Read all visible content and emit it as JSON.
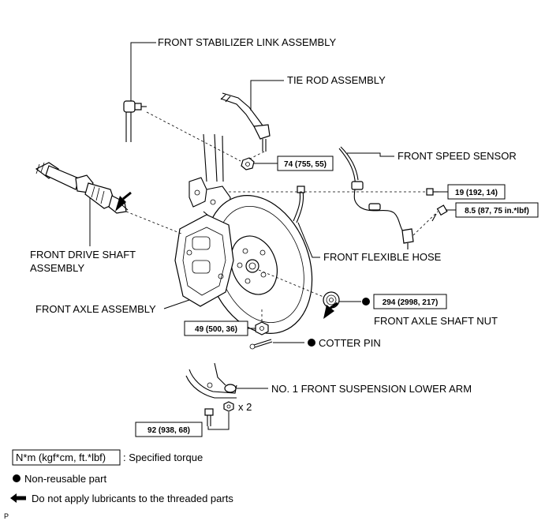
{
  "labels": {
    "stabilizer_link": "FRONT STABILIZER LINK ASSEMBLY",
    "tie_rod": "TIE ROD ASSEMBLY",
    "speed_sensor": "FRONT SPEED SENSOR",
    "drive_shaft_line1": "FRONT DRIVE SHAFT",
    "drive_shaft_line2": "ASSEMBLY",
    "flexible_hose": "FRONT FLEXIBLE HOSE",
    "axle_assembly": "FRONT AXLE ASSEMBLY",
    "axle_shaft_nut": "FRONT AXLE SHAFT NUT",
    "cotter_pin": "COTTER PIN",
    "lower_arm": "NO. 1 FRONT SUSPENSION LOWER ARM",
    "quantity_x2": "x 2",
    "page_marker": "P"
  },
  "torques": {
    "tie_rod_nut": "74 (755, 55)",
    "speed_sensor_bolt_upper": "19 (192, 14)",
    "speed_sensor_bolt_lower": "8.5 (87, 75 in.*lbf)",
    "axle_shaft_nut": "294 (2998, 217)",
    "stabilizer_nut": "49 (500, 36)",
    "lower_arm_bolt": "92 (938, 68)"
  },
  "legend": {
    "torque_unit": "N*m (kgf*cm, ft.*lbf)",
    "torque_desc": ": Specified torque",
    "non_reusable": "Non-reusable part",
    "no_lubricant": "Do not apply lubricants to the threaded parts"
  }
}
